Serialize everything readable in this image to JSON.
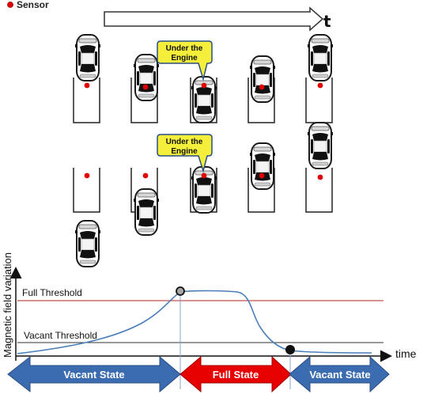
{
  "legend": {
    "label": "Sensor"
  },
  "timeline": {
    "label": "t"
  },
  "callouts": [
    {
      "line1": "Under the",
      "line2": "Engine"
    },
    {
      "line1": "Under the",
      "line2": "Engine"
    }
  ],
  "graph": {
    "y_axis_label": "Magnetic field variation",
    "x_axis_label": "time",
    "full_threshold_label": "Full Threshold",
    "vacant_threshold_label": "Vacant Threshold"
  },
  "states": {
    "vacant_left": "Vacant State",
    "full": "Full State",
    "vacant_right": "Vacant State"
  },
  "colors": {
    "sensor": "#e00000",
    "full_threshold": "#c0504d",
    "vacant_threshold": "#333333",
    "curve": "#4a7ebb",
    "vacant_arrow": "#3b6cb0",
    "full_arrow": "#e60000",
    "callout_fill": "#f4ef3a"
  }
}
